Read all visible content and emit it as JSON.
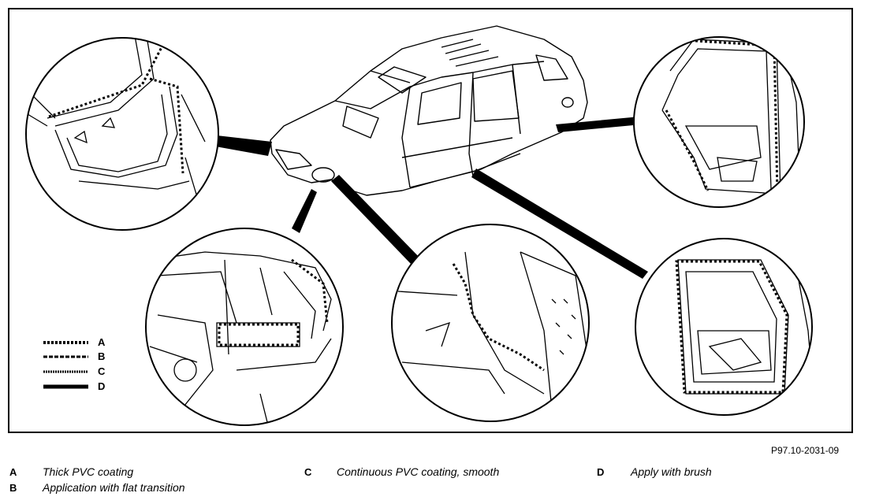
{
  "figure_id": "P97.10-2031-09",
  "legend": [
    {
      "key": "A",
      "text": "Thick PVC coating"
    },
    {
      "key": "B",
      "text": "Application with flat transition"
    },
    {
      "key": "C",
      "text": "Continuous PVC coating, smooth"
    },
    {
      "key": "D",
      "text": "Apply with brush"
    }
  ],
  "swatch_letters": [
    "A",
    "B",
    "C",
    "D"
  ]
}
